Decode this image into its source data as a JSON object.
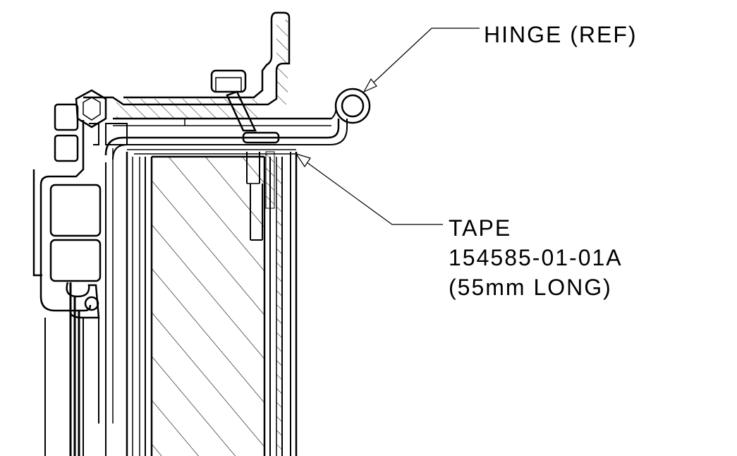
{
  "callouts": {
    "hinge": {
      "label": "HINGE (REF)"
    },
    "tape": {
      "title": "TAPE",
      "part_number": "154585-01-01A",
      "length_note": "(55mm LONG)"
    }
  },
  "colors": {
    "line": "#000000",
    "background": "#ffffff"
  }
}
